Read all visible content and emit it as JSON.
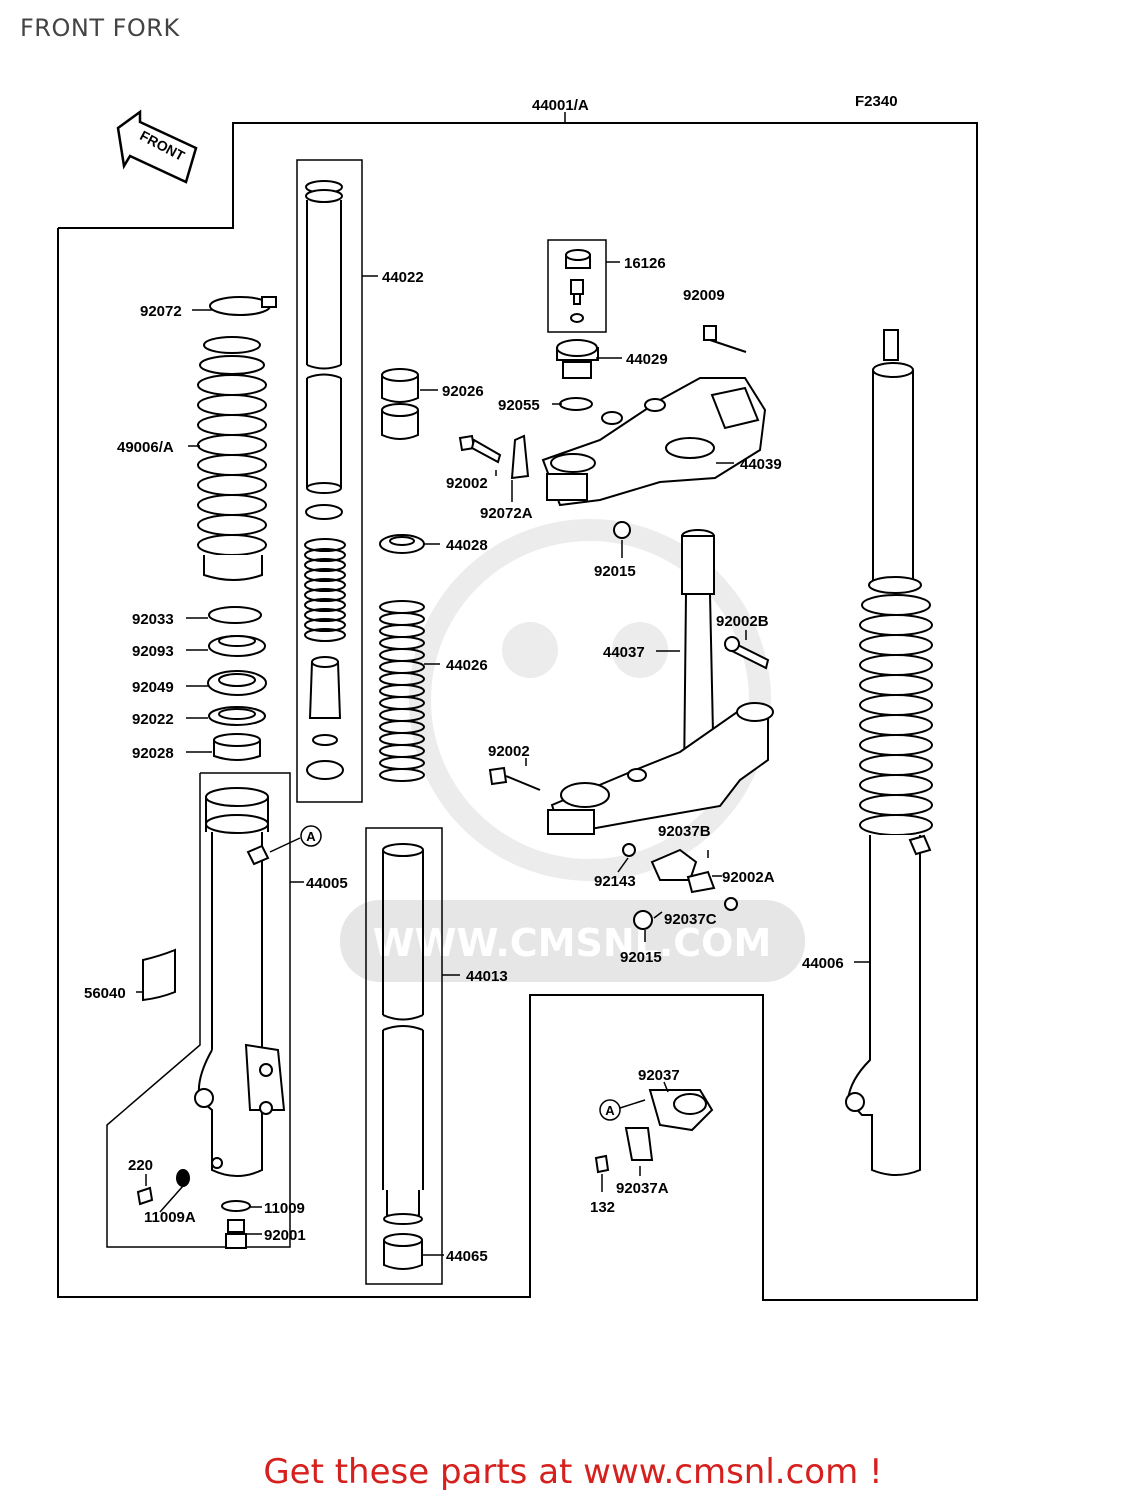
{
  "page": {
    "title": "FRONT FORK"
  },
  "figure_code": "F2340",
  "front_arrow": "FRONT",
  "watermark": "WWW.CMSNL.COM",
  "promo_text": "Get these parts at www.cmsnl.com !",
  "ref_marker": "A",
  "colors": {
    "promo": "#d6201e",
    "line": "#000000",
    "watermark": "#e6e6e6"
  },
  "part_labels": {
    "p44001A": "44001/A",
    "p44022": "44022",
    "p92072": "92072",
    "p49006A": "49006/A",
    "p92033": "92033",
    "p92093": "92093",
    "p92049": "92049",
    "p92022": "92022",
    "p92028": "92028",
    "p92026": "92026",
    "p44028": "44028",
    "p44026": "44026",
    "p16126": "16126",
    "p92009": "92009",
    "p44029": "44029",
    "p92055": "92055",
    "p44039": "44039",
    "p92002_top": "92002",
    "p92072A": "92072A",
    "p92015_top": "92015",
    "p92002B": "92002B",
    "p44037": "44037",
    "p92002_mid": "92002",
    "p92037B": "92037B",
    "p92143": "92143",
    "p92002A": "92002A",
    "p92037C": "92037C",
    "p92015_bot": "92015",
    "p44005": "44005",
    "p44013": "44013",
    "p44006": "44006",
    "p56040": "56040",
    "p92037": "92037",
    "p92037A": "92037A",
    "p132": "132",
    "p220": "220",
    "p11009A": "11009A",
    "p11009": "11009",
    "p92001": "92001",
    "p44065": "44065"
  }
}
